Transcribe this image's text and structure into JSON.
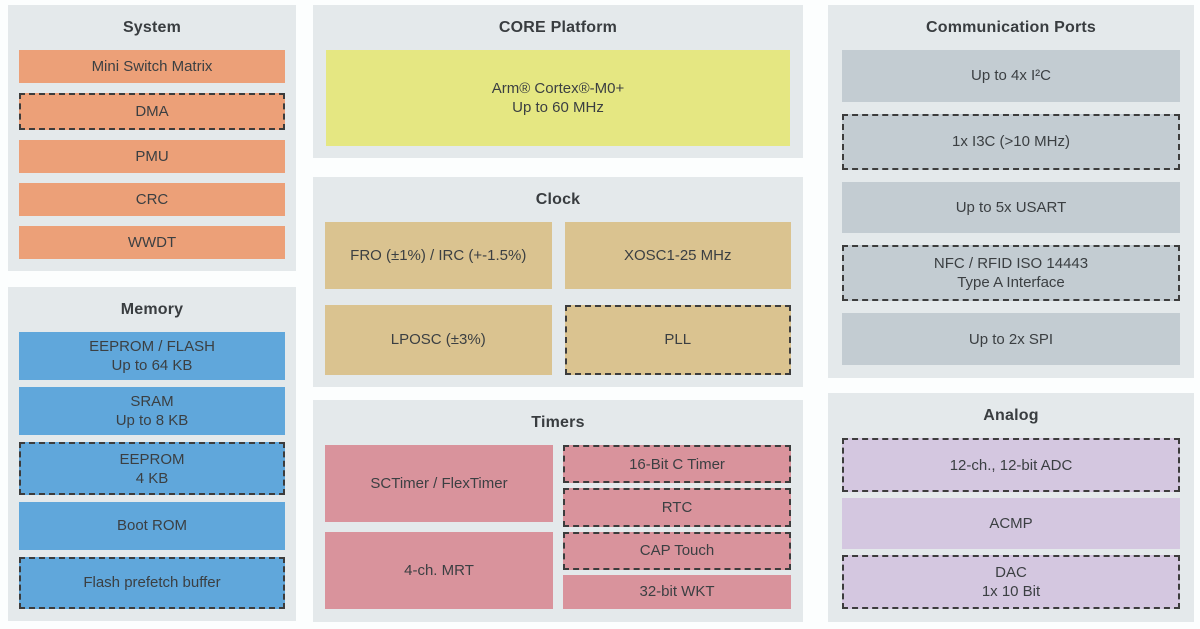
{
  "colors": {
    "page_bg": "#FCFEFE",
    "panel_bg": "#E4E9EB",
    "title": "#393D40",
    "text": "#3B3F42",
    "dash_border": "#3C3C3C",
    "system_block": "#ECA078",
    "memory_block": "#60A7DB",
    "core_block": "#E5E782",
    "clock_block": "#DAC390",
    "timers_block": "#D9939C",
    "comm_block": "#C3CCD2",
    "analog_block": "#D4C7E0"
  },
  "panels": {
    "system": {
      "title": "System",
      "blocks": [
        {
          "line1": "Mini Switch Matrix"
        },
        {
          "line1": "DMA",
          "dashed": true
        },
        {
          "line1": "PMU"
        },
        {
          "line1": "CRC"
        },
        {
          "line1": "WWDT"
        }
      ]
    },
    "memory": {
      "title": "Memory",
      "blocks": [
        {
          "line1": "EEPROM / FLASH",
          "line2": "Up to 64 KB"
        },
        {
          "line1": "SRAM",
          "line2": "Up to 8 KB"
        },
        {
          "line1": "EEPROM",
          "line2": "4 KB",
          "dashed": true
        },
        {
          "line1": "Boot ROM"
        },
        {
          "line1": "Flash prefetch buffer",
          "dashed": true
        }
      ]
    },
    "core": {
      "title": "CORE Platform",
      "blocks": [
        {
          "line1": "Arm® Cortex®-M0+",
          "line2": "Up to 60 MHz"
        }
      ]
    },
    "clock": {
      "title": "Clock",
      "blocks": [
        {
          "line1": "FRO (±1%) / IRC (+-1.5%)"
        },
        {
          "line1": "XOSC1-25 MHz"
        },
        {
          "line1": "LPOSC (±3%)"
        },
        {
          "line1": "PLL",
          "dashed": true
        }
      ]
    },
    "timers": {
      "title": "Timers",
      "left_blocks": [
        {
          "line1": "SCTimer / FlexTimer"
        },
        {
          "line1": "4-ch. MRT"
        }
      ],
      "right_blocks": [
        {
          "line1": "16-Bit C Timer",
          "dashed": true
        },
        {
          "line1": "RTC",
          "dashed": true
        },
        {
          "line1": "CAP Touch",
          "dashed": true
        },
        {
          "line1": "32-bit WKT"
        }
      ]
    },
    "comm": {
      "title": "Communication Ports",
      "blocks": [
        {
          "line1": "Up to 4x I²C"
        },
        {
          "line1": "1x I3C (>10 MHz)",
          "dashed": true
        },
        {
          "line1": "Up to 5x USART"
        },
        {
          "line1": "NFC / RFID ISO 14443",
          "line2": "Type A Interface",
          "dashed": true
        },
        {
          "line1": "Up to 2x SPI"
        }
      ]
    },
    "analog": {
      "title": "Analog",
      "blocks": [
        {
          "line1": "12-ch., 12-bit ADC",
          "dashed": true
        },
        {
          "line1": "ACMP"
        },
        {
          "line1": "DAC",
          "line2": "1x 10 Bit",
          "dashed": true
        }
      ]
    }
  }
}
